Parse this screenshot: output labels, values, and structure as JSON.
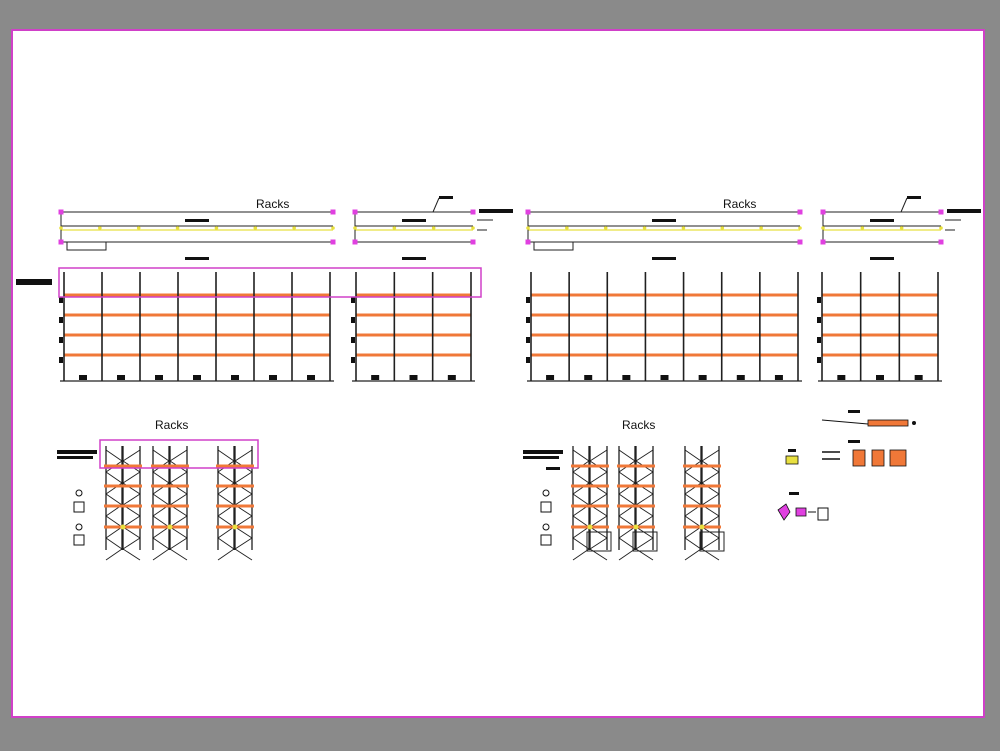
{
  "sheet": {
    "background": "#8a8a8a",
    "paper": "#ffffff",
    "border_color": "#d040c8"
  },
  "colors": {
    "line": "#202020",
    "beam": "#f07838",
    "highlight": "#d040c8",
    "marker": "#e8e040",
    "accent_pink": "#e040e0"
  },
  "labels": {
    "plan_left": "Racks",
    "plan_right": "Racks",
    "section_left": "Racks",
    "section_right": "Racks"
  }
}
